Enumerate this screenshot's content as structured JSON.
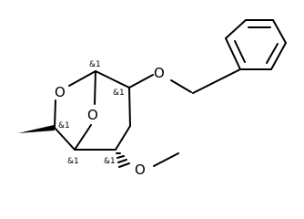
{
  "molecule": {
    "atoms": {
      "o_ring": "O",
      "o_bridge": "O",
      "o_benzyl": "O",
      "o_methoxy": "O"
    },
    "stereo_labels": {
      "c1": "&1",
      "c2": "&1",
      "c3": "&1",
      "c4": "&1",
      "c5": "&1"
    },
    "colors": {
      "bond": "#000000",
      "label": "#000000"
    }
  }
}
